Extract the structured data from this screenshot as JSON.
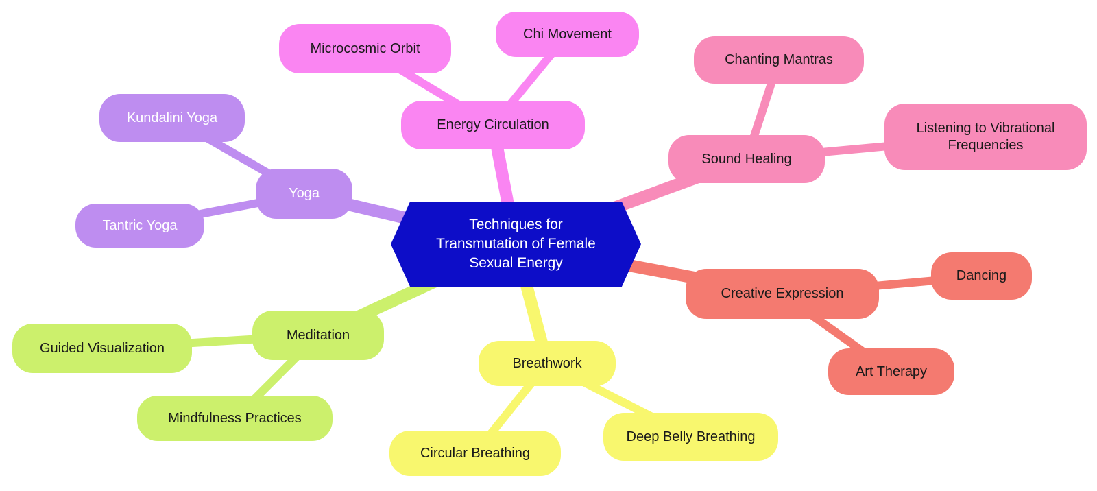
{
  "title": "Techniques for Transmutation of Female Sexual Energy",
  "background_color": "#FFFFFF",
  "center": {
    "label": "Techniques for Transmutation of Female Sexual Energy",
    "lines": [
      "Techniques for",
      "Transmutation of Female",
      "Sexual Energy"
    ],
    "shape": "hexagon",
    "color": "#0D0DC8",
    "text_color": "#FFFFFF"
  },
  "branches": [
    {
      "id": "energy-circulation",
      "label": "Energy Circulation",
      "color": "#FA85F2",
      "text_color": "#1A1A1A",
      "children": [
        {
          "label": "Microcosmic Orbit"
        },
        {
          "label": "Chi Movement"
        }
      ]
    },
    {
      "id": "sound-healing",
      "label": "Sound Healing",
      "color": "#F88BB9",
      "text_color": "#1A1A1A",
      "children": [
        {
          "label": "Chanting Mantras"
        },
        {
          "label": "Listening to Vibrational Frequencies"
        }
      ]
    },
    {
      "id": "yoga",
      "label": "Yoga",
      "color": "#BE8DF0",
      "text_color": "#FFFFFF",
      "children": [
        {
          "label": "Kundalini Yoga"
        },
        {
          "label": "Tantric Yoga"
        }
      ]
    },
    {
      "id": "creative-expression",
      "label": "Creative Expression",
      "color": "#F47A70",
      "text_color": "#1A1A1A",
      "children": [
        {
          "label": "Dancing"
        },
        {
          "label": "Art Therapy"
        }
      ]
    },
    {
      "id": "meditation",
      "label": "Meditation",
      "color": "#CCF06C",
      "text_color": "#1A1A1A",
      "children": [
        {
          "label": "Guided Visualization"
        },
        {
          "label": "Mindfulness Practices"
        }
      ]
    },
    {
      "id": "breathwork",
      "label": "Breathwork",
      "color": "#F8F76E",
      "text_color": "#1A1A1A",
      "children": [
        {
          "label": "Circular Breathing"
        },
        {
          "label": "Deep Belly Breathing"
        }
      ]
    }
  ]
}
